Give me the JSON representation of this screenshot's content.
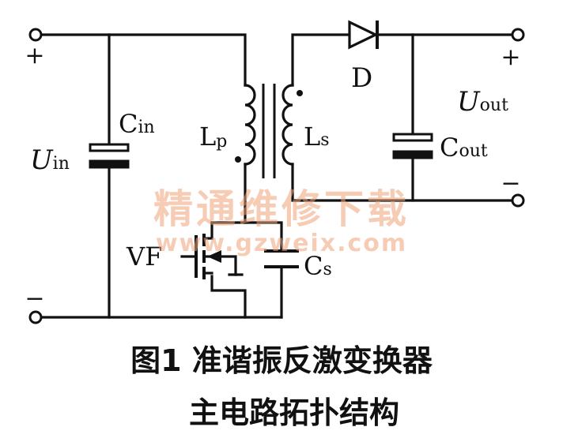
{
  "caption": {
    "line1": "图1  准谐振反激变换器",
    "line2": "主电路拓扑结构"
  },
  "labels": {
    "uin_main": "U",
    "uin_sub": "in",
    "cin_main": "C",
    "cin_sub": "in",
    "lp_main": "L",
    "lp_sub": "p",
    "ls_main": "L",
    "ls_sub": "s",
    "d": "D",
    "uout_main": "U",
    "uout_sub": "out",
    "cout_main": "C",
    "cout_sub": "out",
    "cs_main": "C",
    "cs_sub": "s",
    "vf": "VF"
  },
  "signs": {
    "in_plus": "+",
    "in_minus": "−",
    "out_plus": "+",
    "out_minus": "−"
  },
  "watermark": {
    "title": "精通维修下载",
    "url": "www.gzweix.com"
  }
}
